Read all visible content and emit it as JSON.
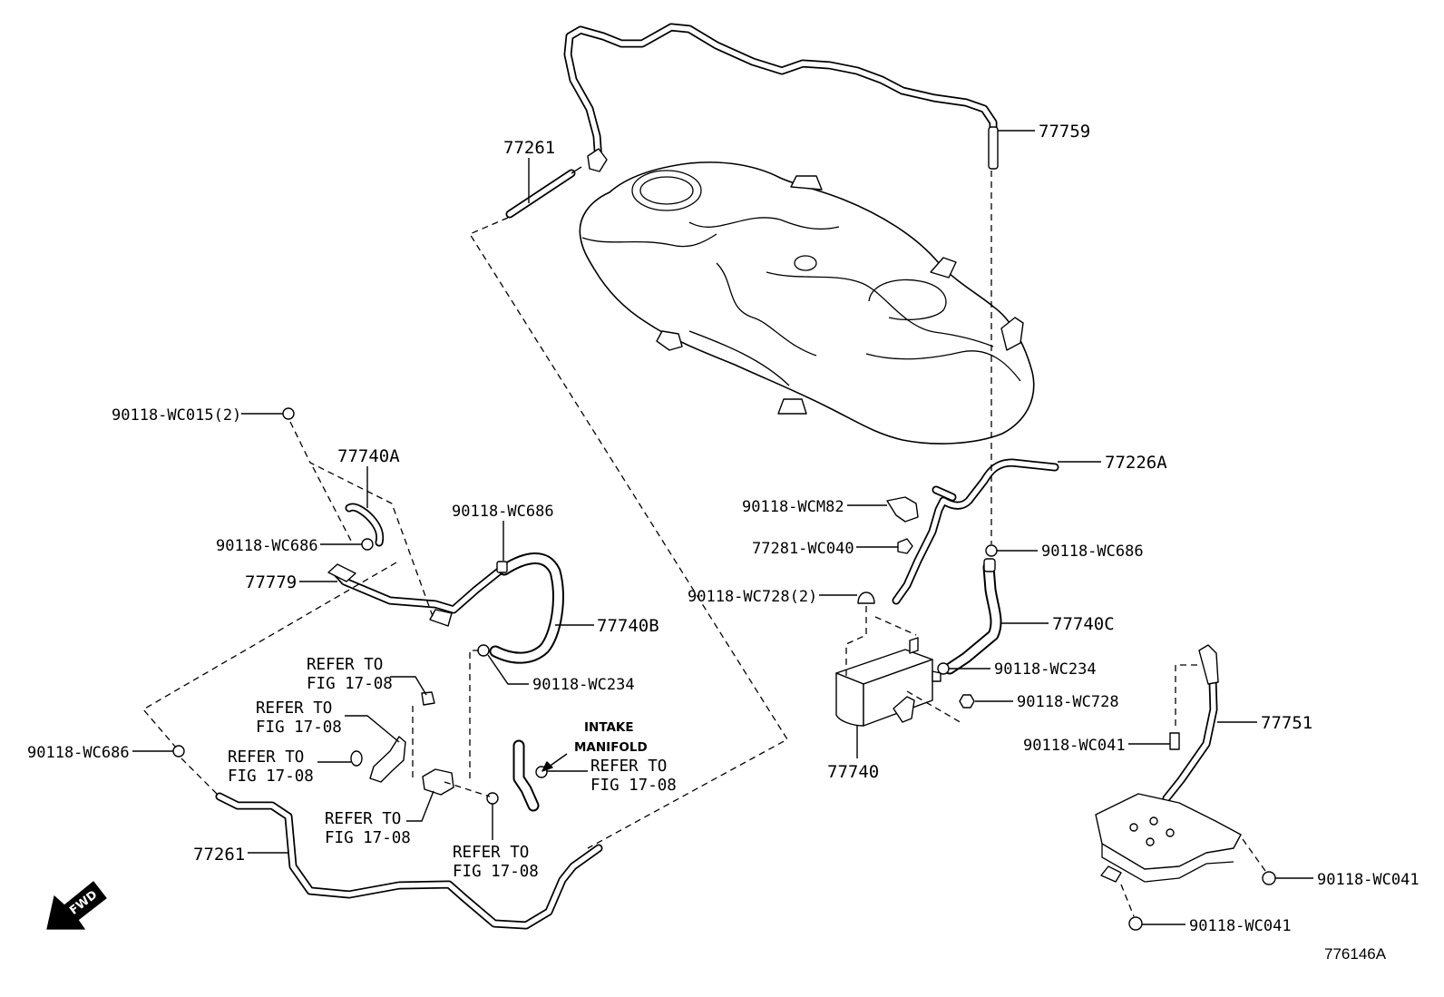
{
  "callouts": [
    {
      "text": "77261"
    },
    {
      "text": "77759"
    },
    {
      "text": "90118-WC015(2)"
    },
    {
      "text": "77740A"
    },
    {
      "text": "90118-WC686"
    },
    {
      "text": "90118-WC686"
    },
    {
      "text": "77779"
    },
    {
      "text": "77740B"
    },
    {
      "text": "90118-WC234"
    },
    {
      "text": "90118-WC686"
    },
    {
      "text": "77261"
    },
    {
      "text": "77226A"
    },
    {
      "text": "90118-WCM82"
    },
    {
      "text": "77281-WC040"
    },
    {
      "text": "90118-WC686"
    },
    {
      "text": "90118-WC728(2)"
    },
    {
      "text": "77740C"
    },
    {
      "text": "90118-WC234"
    },
    {
      "text": "90118-WC728"
    },
    {
      "text": "77751"
    },
    {
      "text": "90118-WC041"
    },
    {
      "text": "77740"
    },
    {
      "text": "90118-WC041"
    },
    {
      "text": "90118-WC041"
    }
  ],
  "references": [
    {
      "line1": "REFER TO",
      "line2": "FIG 17-08"
    },
    {
      "line1": "REFER TO",
      "line2": "FIG 17-08"
    },
    {
      "line1": "REFER TO",
      "line2": "FIG 17-08"
    },
    {
      "line1": "REFER TO",
      "line2": "FIG 17-08"
    },
    {
      "line1": "REFER TO",
      "line2": "FIG 17-08"
    },
    {
      "line1": "REFER TO",
      "line2": "FIG 17-08"
    }
  ],
  "intake": {
    "line1": "INTAKE",
    "line2": "MANIFOLD"
  },
  "fwd": "FWD",
  "figure_id": "776146A"
}
